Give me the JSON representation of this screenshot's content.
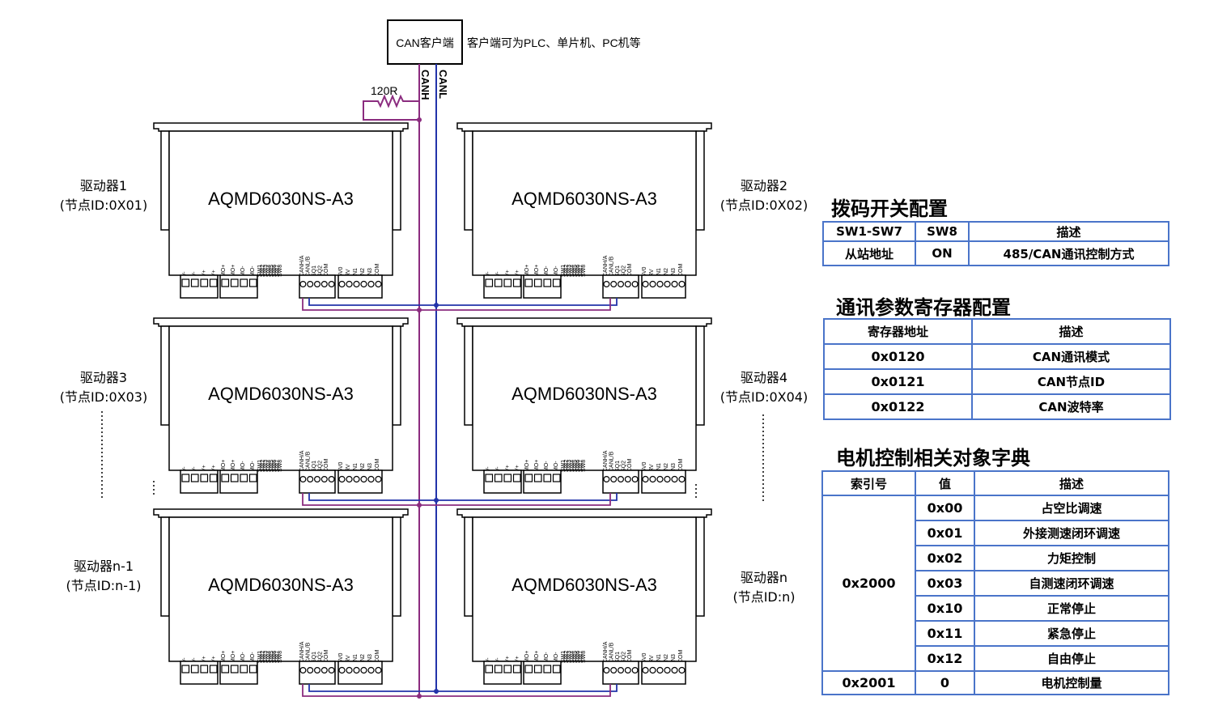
{
  "client": {
    "box_label": "CAN客户端",
    "note": "客户端可为PLC、单片机、PC机等",
    "canh_label": "CANH",
    "canl_label": "CANL",
    "resistor_label": "120R"
  },
  "drivers": [
    {
      "model": "AQMD6030NS-A3",
      "name": "驱动器1",
      "node": "(节点ID:0X01)"
    },
    {
      "model": "AQMD6030NS-A3",
      "name": "驱动器2",
      "node": "(节点ID:0X02)"
    },
    {
      "model": "AQMD6030NS-A3",
      "name": "驱动器3",
      "node": "(节点ID:0X03)"
    },
    {
      "model": "AQMD6030NS-A3",
      "name": "驱动器4",
      "node": "(节点ID:0X04)"
    },
    {
      "model": "AQMD6030NS-A3",
      "name": "驱动器n-1",
      "node": "(节点ID:n-1)"
    },
    {
      "model": "AQMD6030NS-A3",
      "name": "驱动器n",
      "node": "(节点ID:n)"
    }
  ],
  "pin_labels": {
    "left": [
      "V-",
      "V-",
      "V+",
      "V+",
      "MO+",
      "MO+",
      "MO-",
      "MO-"
    ],
    "mid": [
      "SW1",
      "SW2",
      "SW3",
      "SW4",
      "SW5",
      "SW6",
      "SW7",
      "SW8"
    ],
    "can": [
      "CANH/A",
      "CANL/B",
      "SQ1",
      "SQ2",
      "COM"
    ],
    "io": [
      "5V0",
      "RV",
      "IN1",
      "IN2",
      "IN3",
      "COM"
    ]
  },
  "dip_table": {
    "title": "拨码开关配置",
    "headers": [
      "SW1-SW7",
      "SW8",
      "描述"
    ],
    "row": [
      "从站地址",
      "ON",
      "485/CAN通讯控制方式"
    ]
  },
  "reg_table": {
    "title": "通讯参数寄存器配置",
    "headers": [
      "寄存器地址",
      "描述"
    ],
    "rows": [
      [
        "0x0120",
        "CAN通讯模式"
      ],
      [
        "0x0121",
        "CAN节点ID"
      ],
      [
        "0x0122",
        "CAN波特率"
      ]
    ]
  },
  "dict_table": {
    "title": "电机控制相关对象字典",
    "headers": [
      "索引号",
      "值",
      "描述"
    ],
    "index_a": "0x2000",
    "rows_a": [
      [
        "0x00",
        "占空比调速"
      ],
      [
        "0x01",
        "外接测速闭环调速"
      ],
      [
        "0x02",
        "力矩控制"
      ],
      [
        "0x03",
        "自测速闭环调速"
      ],
      [
        "0x10",
        "正常停止"
      ],
      [
        "0x11",
        "紧急停止"
      ],
      [
        "0x12",
        "自由停止"
      ]
    ],
    "index_b": "0x2001",
    "row_b": [
      "0",
      "电机控制量"
    ]
  },
  "colors": {
    "canh": "#8b2c7f",
    "canl": "#2233aa",
    "table_border": "#4a74c9",
    "outline": "#000000"
  }
}
